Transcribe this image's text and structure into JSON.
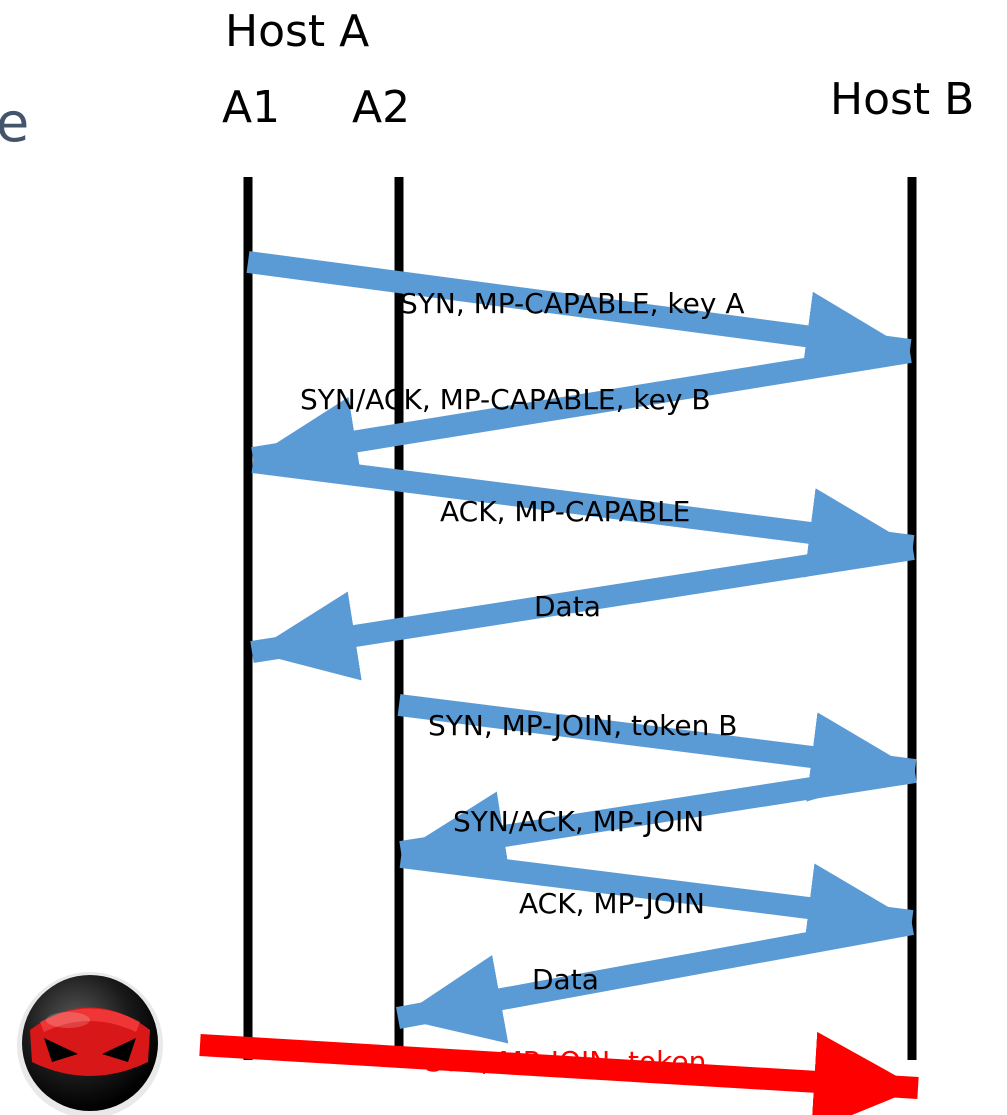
{
  "hosts": {
    "host_a": "Host A",
    "host_b": "Host B",
    "a1": "A1",
    "a2": "A2"
  },
  "cut_title_fragment": "e",
  "messages": [
    {
      "label": "SYN, MP-CAPABLE, key A",
      "from": "A1",
      "to": "B",
      "color": "#5b9bd5"
    },
    {
      "label": "SYN/ACK, MP-CAPABLE, key B",
      "from": "B",
      "to": "A1",
      "color": "#5b9bd5"
    },
    {
      "label": "ACK, MP-CAPABLE",
      "from": "A1",
      "to": "B",
      "color": "#5b9bd5"
    },
    {
      "label": "Data",
      "from": "B",
      "to": "A1",
      "color": "#5b9bd5"
    },
    {
      "label": "SYN, MP-JOIN, token B",
      "from": "A2",
      "to": "B",
      "color": "#5b9bd5"
    },
    {
      "label": "SYN/ACK, MP-JOIN",
      "from": "B",
      "to": "A2",
      "color": "#5b9bd5"
    },
    {
      "label": "ACK, MP-JOIN",
      "from": "A2",
      "to": "B",
      "color": "#5b9bd5"
    },
    {
      "label": "Data",
      "from": "B",
      "to": "A2",
      "color": "#5b9bd5"
    },
    {
      "label": "SYN, MP-JOIN, token",
      "from": "attacker",
      "to": "B",
      "color": "#ff0000"
    }
  ],
  "colors": {
    "arrow_blue": "#5b9bd5",
    "arrow_red": "#ff0000",
    "lifeline": "#000000"
  },
  "attacker_icon": "ninja-attacker-icon"
}
